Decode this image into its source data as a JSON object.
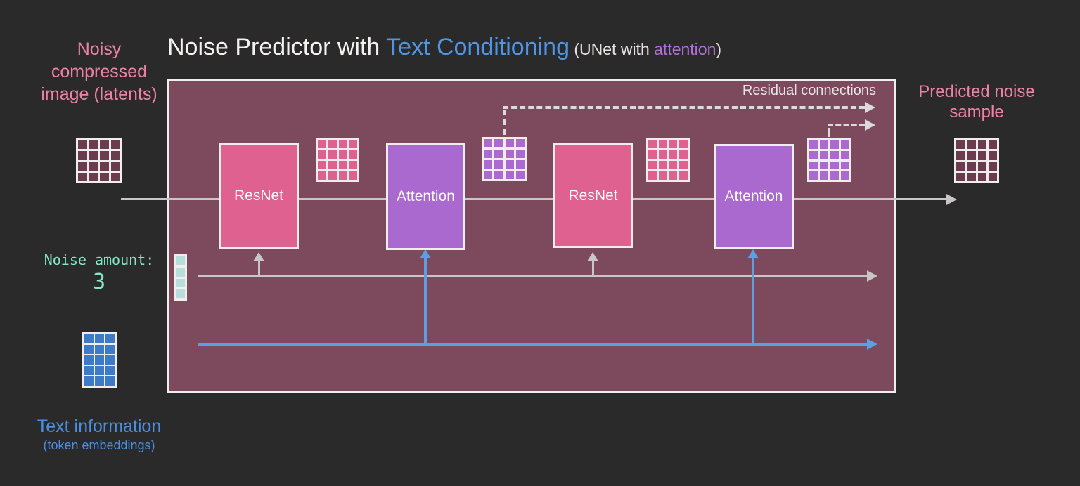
{
  "title": {
    "main_white": "Noise Predictor with ",
    "main_blue": "Text Conditioning",
    "paren_prefix": " (UNet with ",
    "paren_accent": "attention",
    "paren_suffix": ")"
  },
  "left_panel": {
    "latents_label": "Noisy compressed image (latents)",
    "noise_amount_label": "Noise amount:",
    "noise_amount_value": "3",
    "text_info_label": "Text information",
    "text_info_sublabel": "(token embeddings)"
  },
  "right_panel": {
    "predicted_label": "Predicted noise sample"
  },
  "unet": {
    "residual_label": "Residual connections",
    "blocks": [
      {
        "label": "ResNet",
        "type": "resnet"
      },
      {
        "label": "Attention",
        "type": "attention"
      },
      {
        "label": "ResNet",
        "type": "resnet"
      },
      {
        "label": "Attention",
        "type": "attention"
      }
    ]
  },
  "icons": {
    "latents_grid": "4x4-grid",
    "feature_grid_pink_1": "4x4-grid",
    "feature_grid_purple_1": "4x4-grid",
    "feature_grid_pink_2": "4x4-grid",
    "feature_grid_purple_2": "4x4-grid",
    "predicted_noise_grid": "4x4-grid",
    "token_embeddings_grid": "3x5-grid",
    "noise_level_bar": "1x4-bar"
  },
  "grids": {
    "latents": {
      "cols": 4,
      "rows": 4,
      "cell_color": "#6b3b4e"
    },
    "pink": {
      "cols": 4,
      "rows": 4,
      "cell_color": "#df6190"
    },
    "purple": {
      "cols": 4,
      "rows": 4,
      "cell_color": "#aa6ad0"
    },
    "predicted": {
      "cols": 4,
      "rows": 4,
      "cell_color": "#6b3b4e"
    },
    "tokens": {
      "cols": 3,
      "rows": 5,
      "cell_color": "#3d7ac7"
    },
    "noise_bar": {
      "cols": 1,
      "rows": 4,
      "cell_color": "#b7dddd"
    }
  },
  "colors": {
    "background": "#2b2a2b",
    "unet_fill": "#7c4a5c",
    "resnet_fill": "#df6190",
    "attention_fill": "#a969cf",
    "pink_text": "#ee82a6",
    "blue_text": "#4f97e3",
    "purple_text": "#b46fd6",
    "mint_text": "#80eac6",
    "gray_line": "#c9c6c6",
    "blue_line": "#5e9fe3",
    "dashed_line": "#ded9da",
    "white_border": "#f2eded"
  }
}
